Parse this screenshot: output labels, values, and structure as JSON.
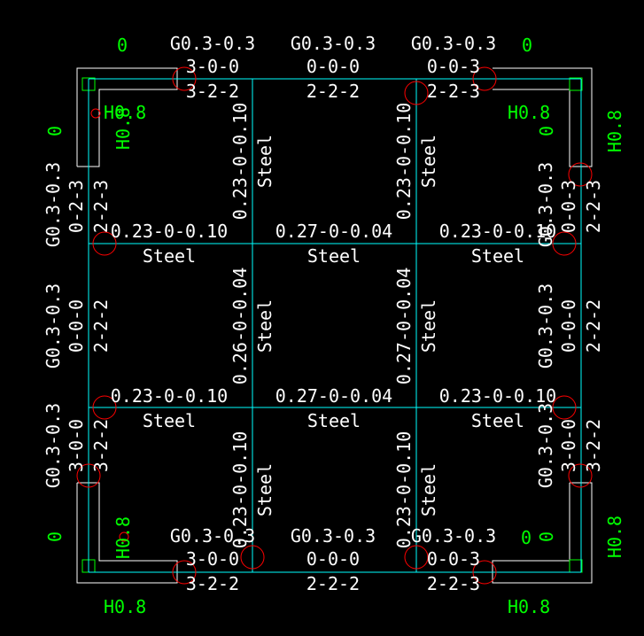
{
  "colors": {
    "background": "#000000",
    "beam": "#00ffff",
    "column": "#ffffff",
    "text": "#ffffff",
    "green_text": "#00ff00",
    "marker": "#ff0000",
    "column_tie": "#00ff00"
  },
  "material": "Steel",
  "green_labels": {
    "zero": "0",
    "h": "H0.8"
  },
  "beams": {
    "h_top_left": {
      "g": "G0.3-0.3",
      "top": "3-0-0",
      "bot": "3-2-2"
    },
    "h_top_mid": {
      "g": "G0.3-0.3",
      "top": "0-0-0",
      "bot": "2-2-2"
    },
    "h_top_right": {
      "g": "G0.3-0.3",
      "top": "0-0-3",
      "bot": "2-2-3"
    },
    "h_bot_left": {
      "g": "G0.3-0.3",
      "top": "3-0-0",
      "bot": "3-2-2"
    },
    "h_bot_mid": {
      "g": "G0.3-0.3",
      "top": "0-0-0",
      "bot": "2-2-2"
    },
    "h_bot_right": {
      "g": "G0.3-0.3",
      "top": "0-0-3",
      "bot": "2-2-3"
    },
    "v_left_top": {
      "g": "G0.3-0.3",
      "top": "0-2-3",
      "bot": "2-2-3"
    },
    "v_left_mid": {
      "g": "G0.3-0.3",
      "top": "0-0-0",
      "bot": "2-2-2"
    },
    "v_left_bot": {
      "g": "G0.3-0.3",
      "top": "3-0-0",
      "bot": "3-2-2"
    },
    "v_right_top": {
      "g": "G0.3-0.3",
      "top": "0-0-3",
      "bot": "2-2-3"
    },
    "v_right_mid": {
      "g": "G0.3-0.3",
      "top": "0-0-0",
      "bot": "2-2-2"
    },
    "v_right_bot": {
      "g": "G0.3-0.3",
      "top": "3-0-0",
      "bot": "3-2-2"
    }
  },
  "ratios": {
    "h_mid1_left": "0.23-0-0.10",
    "h_mid1_mid": "0.27-0-0.04",
    "h_mid1_right": "0.23-0-0.10",
    "h_mid2_left": "0.23-0-0.10",
    "h_mid2_mid": "0.27-0-0.04",
    "h_mid2_right": "0.23-0-0.10",
    "v_c1_top": "0.23-0-0.10",
    "v_c1_mid": "0.26-0-0.04",
    "v_c1_bot": "0.23-0-0.10",
    "v_c2_top": "0.23-0-0.10",
    "v_c2_mid": "0.27-0-0.04",
    "v_c2_bot": "0.23-0-0.10"
  }
}
